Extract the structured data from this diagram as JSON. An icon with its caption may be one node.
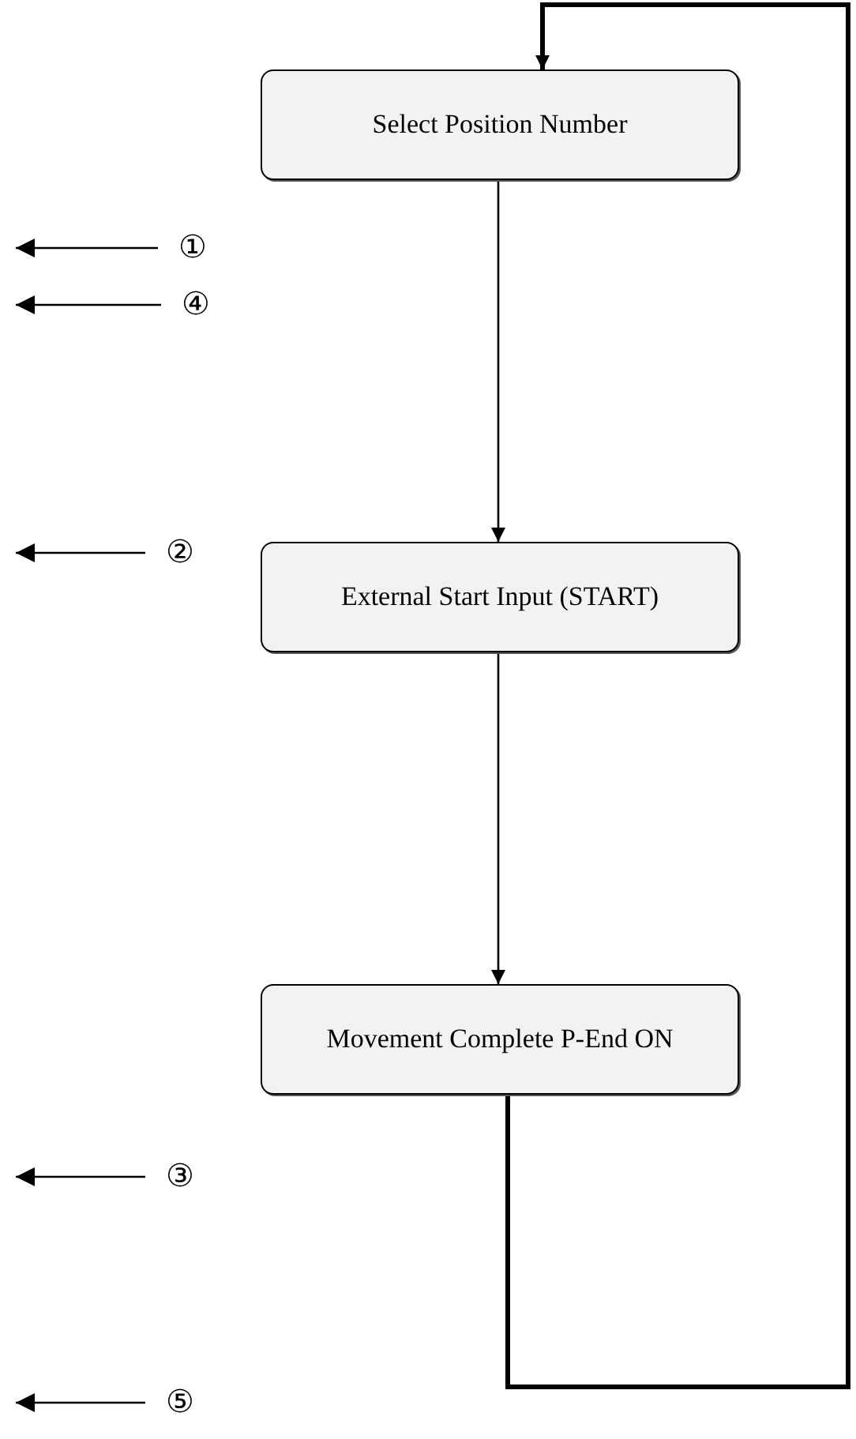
{
  "diagram": {
    "nodes": [
      {
        "text": [
          "Select Position Number"
        ]
      },
      {
        "text": [
          "External Start Input (START)"
        ]
      },
      {
        "text": [
          "Movement Complete P-End ON"
        ]
      },
      {
        "text": [
          "①"
        ]
      },
      {
        "text": [
          "④"
        ]
      },
      {
        "text": [
          "②"
        ]
      },
      {
        "text": [
          "③"
        ]
      },
      {
        "text": [
          "⑤"
        ]
      }
    ],
    "edges": [
      {
        "from": 0,
        "to": 1,
        "arrow": "to"
      },
      {
        "from": 1,
        "to": 2,
        "arrow": "to"
      },
      {
        "from": 2,
        "to": 0,
        "arrow": "to",
        "style": "thick"
      },
      {
        "from": 3,
        "to": null,
        "arrow": "to"
      },
      {
        "from": 4,
        "to": null,
        "arrow": "to"
      },
      {
        "from": 5,
        "to": null,
        "arrow": "to"
      },
      {
        "from": 6,
        "to": null,
        "arrow": "to"
      },
      {
        "from": 7,
        "to": null,
        "arrow": "to"
      }
    ]
  }
}
